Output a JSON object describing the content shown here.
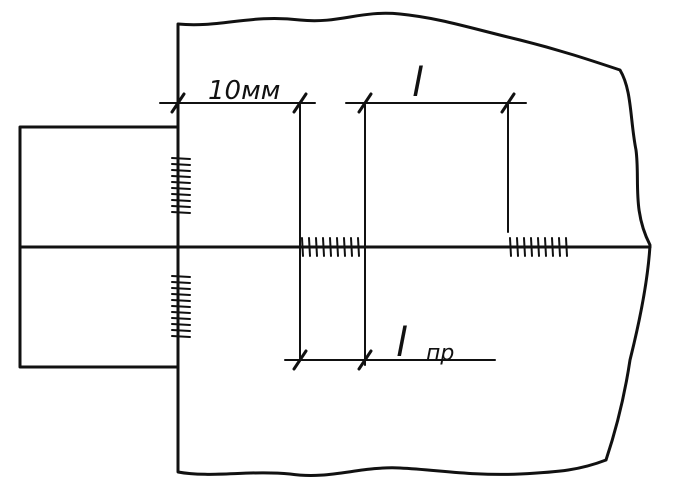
{
  "labels": {
    "offset_dim": "10мм",
    "weld_length": "l",
    "gap_length_main": "l",
    "gap_length_sub": "пр"
  },
  "colors": {
    "ink": "#111111",
    "paper": "#ffffff"
  }
}
